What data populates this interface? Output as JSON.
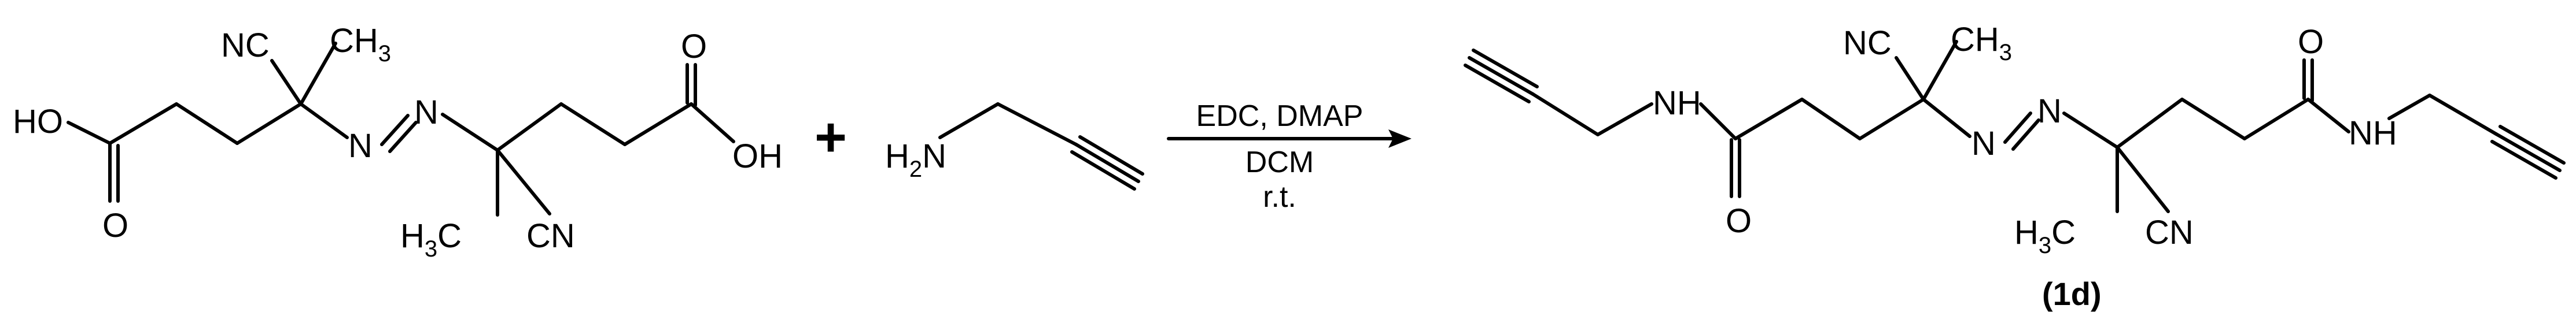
{
  "reactant_acid": {
    "ho_left": "HO",
    "o_left": "O",
    "nc_top": "NC",
    "ch3_top": "CH",
    "ch3_top_sub": "3",
    "n1": "N",
    "n2": "N",
    "ch3_bottom_h": "H",
    "ch3_bottom_sub": "3",
    "ch3_bottom_c": "C",
    "cn_bottom": "CN",
    "o_right": "O",
    "oh_right": "OH"
  },
  "plus_sign": "+",
  "reactant_amine": {
    "h2n_h": "H",
    "h2n_sub": "2",
    "h2n_n": "N"
  },
  "conditions": {
    "reagents": "EDC, DMAP",
    "solvent": "DCM",
    "temperature": "r.t."
  },
  "product": {
    "nh_left": "NH",
    "o_left": "O",
    "nc_top": "NC",
    "ch3_top": "CH",
    "ch3_top_sub": "3",
    "n1": "N",
    "n2": "N",
    "ch3_bottom_h": "H",
    "ch3_bottom_sub": "3",
    "ch3_bottom_c": "C",
    "cn_bottom": "CN",
    "o_right": "O",
    "nh_right": "NH",
    "compound_id": "(1d)"
  }
}
